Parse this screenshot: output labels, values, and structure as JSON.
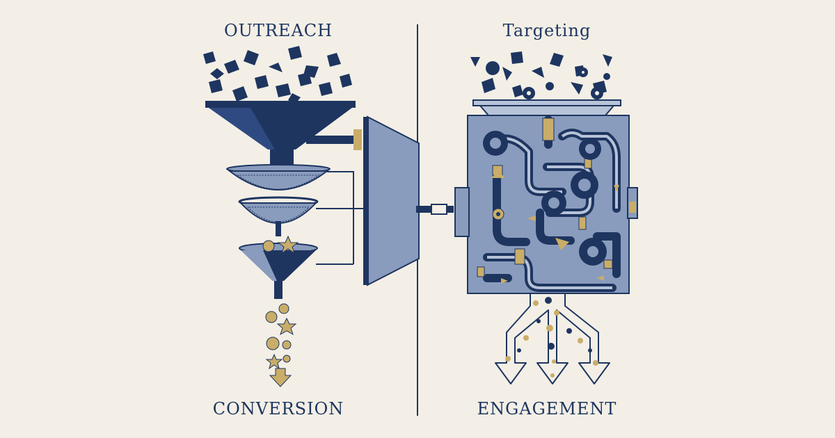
{
  "left_panel": {
    "top_label": "OUTREACH",
    "bottom_label": "CONVERSION"
  },
  "right_panel": {
    "top_label": "Targeting",
    "bottom_label": "ENGAGEMENT"
  },
  "colors": {
    "background": "#f3efe6",
    "navy": "#1e3560",
    "slate": "#8a9cbd",
    "light_slate": "#b7c3d8",
    "gold": "#c9ad68"
  }
}
